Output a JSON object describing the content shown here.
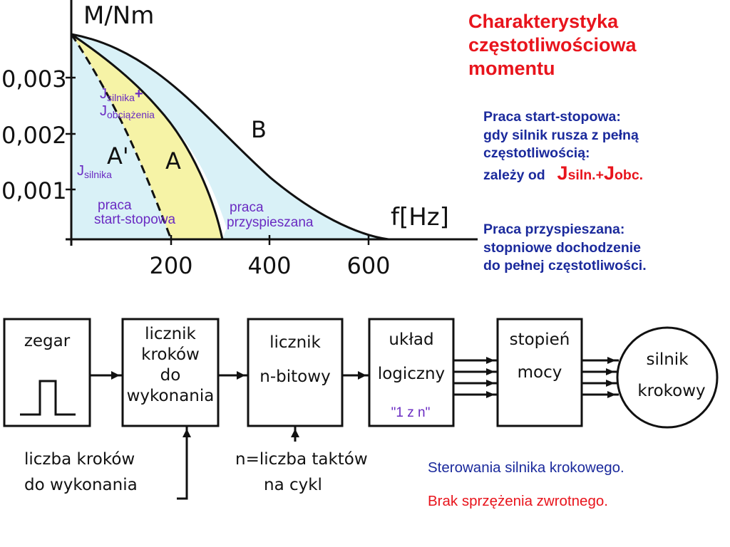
{
  "title": {
    "line1": "Charakterystyka",
    "line2": "częstotliwościowa",
    "line3": "momentu"
  },
  "start_stop": {
    "line1": "Praca start-stopowa:",
    "line2": "gdy silnik rusza z pełną",
    "line3": "częstotliwością:",
    "depends_prefix": "zależy od",
    "j1": "J",
    "j1_sub": "siln.+",
    "j2": "J",
    "j2_sub": "obc."
  },
  "accelerated": {
    "line1": "Praca przyspieszana:",
    "line2": "stopniowe dochodzenie",
    "line3": "do pełnej częstotliwości."
  },
  "footer": {
    "line1": "Sterowania silnika krokowego.",
    "line2": "Brak sprzężenia zwrotnego."
  },
  "graph": {
    "y_axis_label": "M/Nm",
    "x_axis_label": "f[Hz]",
    "y_ticks": [
      "0,003",
      "0,002",
      "0,001"
    ],
    "x_ticks": [
      "200",
      "400",
      "600"
    ],
    "curve_b": "B",
    "curve_a": "A",
    "curve_a_prime": "A'",
    "j_total_1": "J",
    "j_total_1_sub": "silnika",
    "j_total_plus": "+",
    "j_total_2": "J",
    "j_total_2_sub": "obciążenia",
    "j_motor": "J",
    "j_motor_sub": "silnika",
    "region_start_stop_1": "praca",
    "region_start_stop_2": "start-stopowa",
    "region_accel_1": "praca",
    "region_accel_2": "przyspieszana"
  },
  "block_diagram": {
    "clock": "zegar",
    "counter_steps_1": "licznik",
    "counter_steps_2": "kroków",
    "counter_steps_3": "do",
    "counter_steps_4": "wykonania",
    "counter_n_1": "licznik",
    "counter_n_2": "n-bitowy",
    "logic_1": "układ",
    "logic_2": "logiczny",
    "logic_note": "\"1 z n\"",
    "power_1": "stopień",
    "power_2": "mocy",
    "motor_1": "silnik",
    "motor_2": "krokowy",
    "steps_note_1": "liczba kroków",
    "steps_note_2": "do wykonania",
    "cycle_note_1": "n=liczba taktów",
    "cycle_note_2": "na cykl"
  },
  "colors": {
    "title": "#e8141c",
    "text_blue": "#1b2a9c",
    "label_purple": "#6a2bc2",
    "region_cyan": "#d9f1f7",
    "region_yellow": "#f6f3a6"
  }
}
